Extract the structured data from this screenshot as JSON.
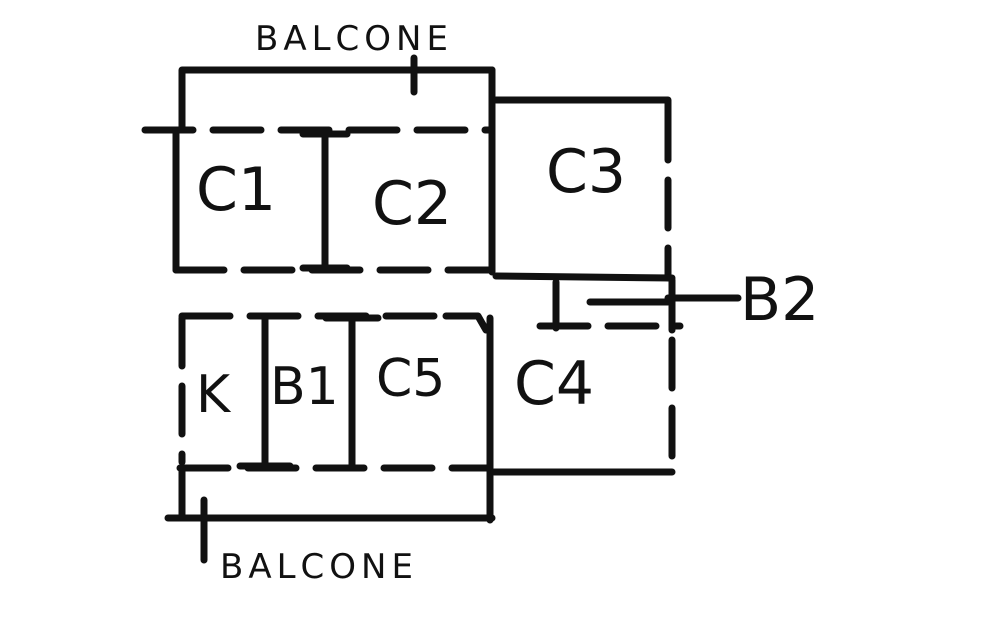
{
  "labels": {
    "balcony_top": "BALCONE",
    "balcony_bottom": "BALCONE",
    "b2": "B2",
    "c1": "C1",
    "c2": "C2",
    "c3": "C3",
    "c4": "C4",
    "c5": "C5",
    "k": "K",
    "b1": "B1"
  },
  "colors": {
    "ink": "#111111",
    "paper": "#ffffff"
  }
}
